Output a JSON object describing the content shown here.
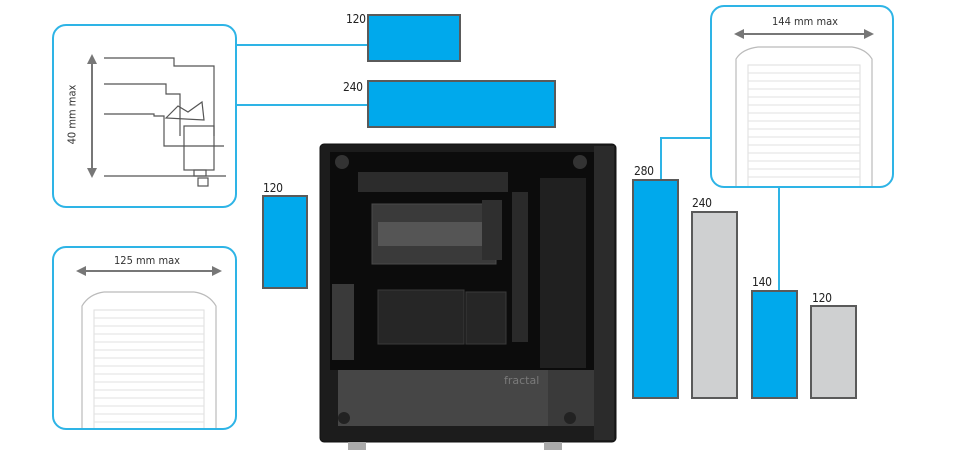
{
  "clearance": {
    "top_height": {
      "text": "40 mm max"
    },
    "front_width": {
      "text": "125 mm max"
    },
    "rear_width": {
      "text": "144 mm max"
    }
  },
  "radiators": {
    "top_120": "120",
    "top_240": "240",
    "front_120": "120",
    "right_280": "280",
    "right_240": "240",
    "right_140": "140",
    "right_120": "120"
  },
  "case": {
    "brand": "fractal"
  },
  "colors": {
    "supported": "#00a9ec",
    "unsupported": "#cfd0d1",
    "callout_border": "#2eb4e6"
  }
}
